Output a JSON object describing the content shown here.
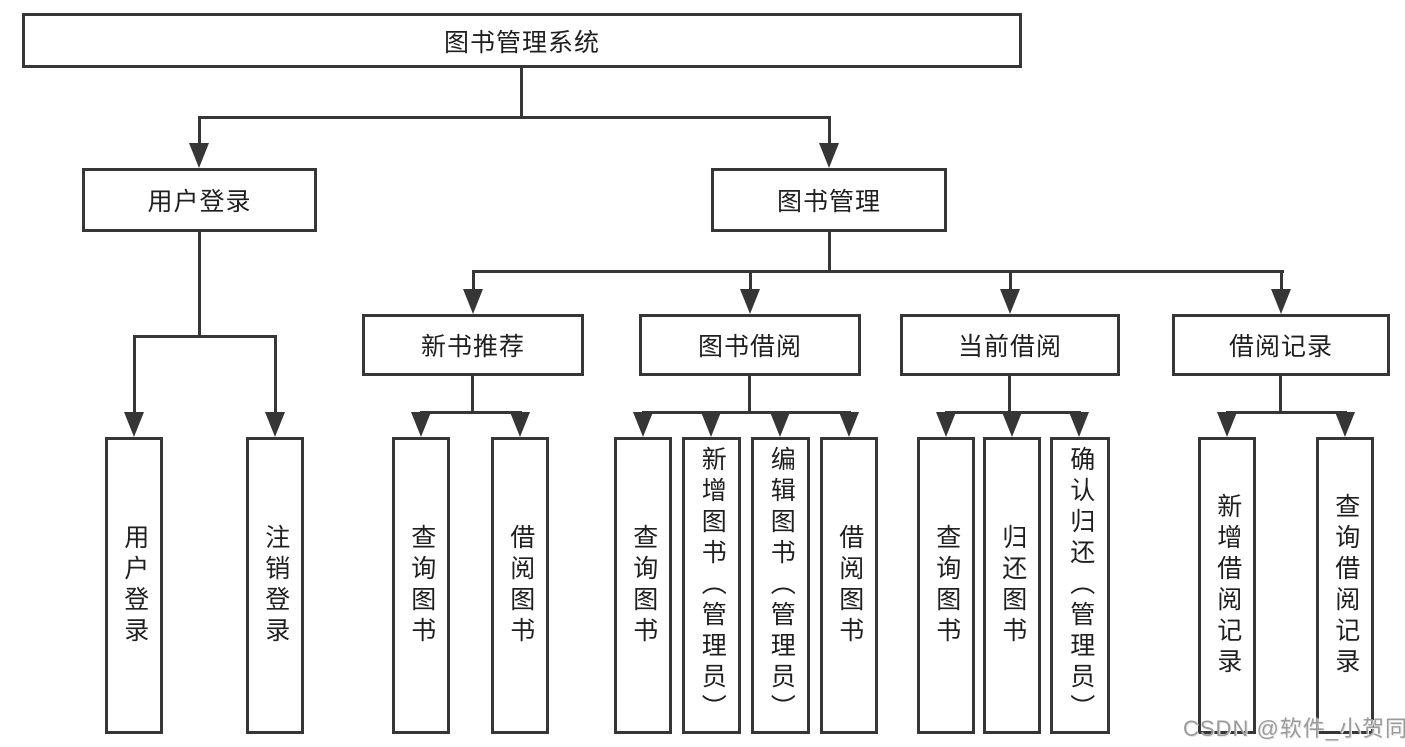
{
  "diagram": {
    "root": {
      "label": "图书管理系统"
    },
    "branches": [
      {
        "label": "用户登录",
        "children": [
          {
            "label": "用户登录"
          },
          {
            "label": "注销登录"
          }
        ]
      },
      {
        "label": "图书管理",
        "children": [
          {
            "label": "新书推荐",
            "children": [
              {
                "label": "查询图书"
              },
              {
                "label": "借阅图书"
              }
            ]
          },
          {
            "label": "图书借阅",
            "children": [
              {
                "label": "查询图书"
              },
              {
                "label": "新增图书（管理员）"
              },
              {
                "label": "编辑图书（管理员）"
              },
              {
                "label": "借阅图书"
              }
            ]
          },
          {
            "label": "当前借阅",
            "children": [
              {
                "label": "查询图书"
              },
              {
                "label": "归还图书"
              },
              {
                "label": "确认归还（管理员）"
              }
            ]
          },
          {
            "label": "借阅记录",
            "children": [
              {
                "label": "新增借阅记录"
              },
              {
                "label": "查询借阅记录"
              }
            ]
          }
        ]
      }
    ]
  },
  "watermark": {
    "text": "CSDN @软件_小贺同学"
  },
  "colors": {
    "line": "#363636",
    "text": "#1f1f1f",
    "watermark": "#9b9b9b",
    "background": "#ffffff"
  }
}
